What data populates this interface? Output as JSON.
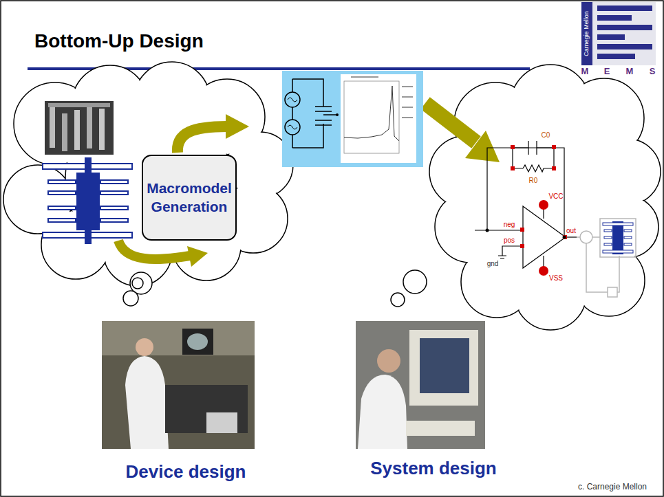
{
  "diagram": {
    "title": "Bottom-Up Design",
    "nodes": [
      {
        "text": [
          "Macromodel Generation"
        ]
      }
    ],
    "labels": [
      "Device design",
      "System design",
      "c. Carnegie Mellon",
      "Carnegie Mellon",
      "M",
      "E",
      "M",
      "S",
      "R0",
      "C0",
      "VCC",
      "VSS",
      "neg",
      "pos",
      "out",
      "gnd"
    ]
  }
}
